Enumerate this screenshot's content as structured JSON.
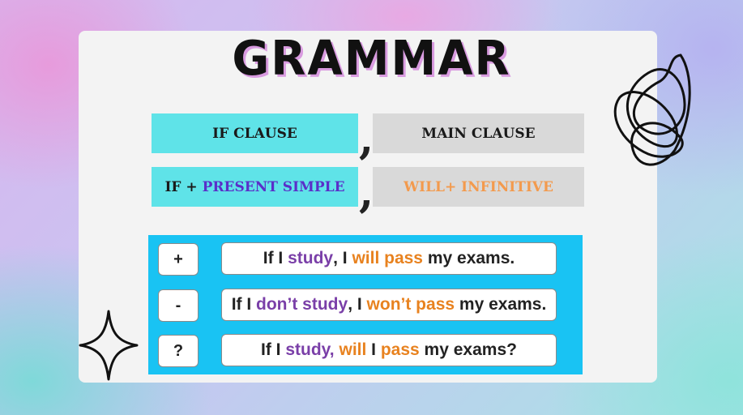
{
  "title": "GRAMMAR",
  "structure": {
    "if_clause_label": "IF CLAUSE",
    "main_clause_label": "MAIN CLAUSE",
    "comma": ",",
    "if_formula_prefix": "IF + ",
    "if_formula_tense": "PRESENT SIMPLE",
    "main_formula": "WILL+ INFINITIVE"
  },
  "examples": [
    {
      "symbol": "+",
      "parts": [
        "If I ",
        "study",
        ", I ",
        "will pass",
        " my exams."
      ]
    },
    {
      "symbol": "-",
      "parts": [
        "If I ",
        "don’t study",
        ", I ",
        "won’t pass",
        " my exams."
      ]
    },
    {
      "symbol": "?",
      "parts": [
        "If I ",
        "study, ",
        "will",
        " I ",
        "pass",
        " my exams?"
      ]
    }
  ],
  "colors": {
    "cyan_box": "#5fe3e8",
    "gray_box": "#d9d9d9",
    "panel": "#19c3f3",
    "purple": "#7a3fa8",
    "orange": "#e8821f"
  }
}
